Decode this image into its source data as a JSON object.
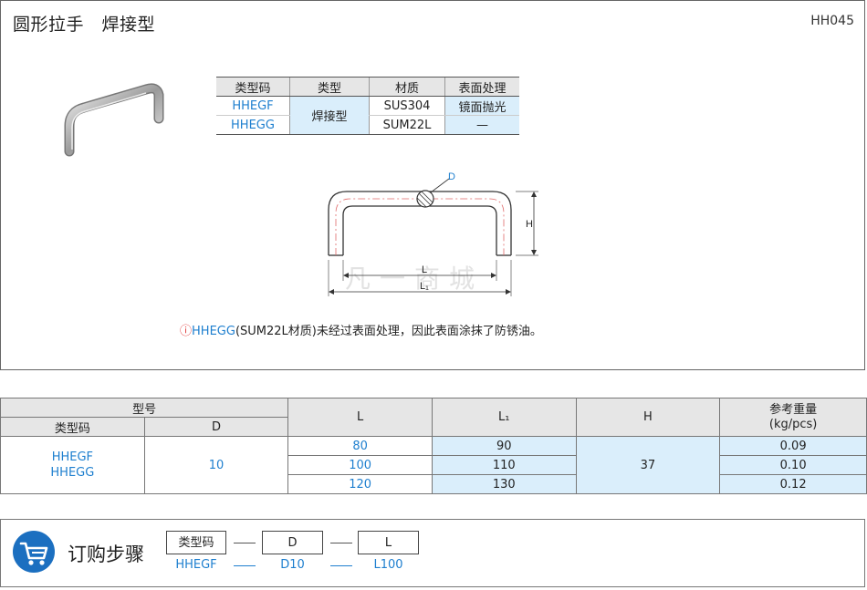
{
  "header": {
    "title": "圆形拉手　焊接型",
    "code": "HH045"
  },
  "material_table": {
    "headers": [
      "类型码",
      "类型",
      "材质",
      "表面处理"
    ],
    "rows": [
      {
        "code": "HHEGF",
        "type": "焊接型",
        "material": "SUS304",
        "finish": "镜面抛光"
      },
      {
        "code": "HHEGG",
        "material": "SUM22L",
        "finish": "—"
      }
    ]
  },
  "drawing": {
    "d": "D",
    "h": "H",
    "l": "L",
    "l1": "L₁"
  },
  "watermark": "凡一商城",
  "note": {
    "icon": "ⓘ",
    "model": "HHEGG",
    "text": "(SUM22L材质)未经过表面处理，因此表面涂抹了防锈油。"
  },
  "spec_table": {
    "group_header": "型号",
    "sub_headers": [
      "类型码",
      "D"
    ],
    "headers": [
      "L",
      "L₁",
      "H",
      "参考重量\n(kg/pcs)"
    ],
    "codes": [
      "HHEGF",
      "HHEGG"
    ],
    "d": "10",
    "h": "37",
    "rows": [
      {
        "L": "80",
        "L1": "90",
        "weight": "0.09"
      },
      {
        "L": "100",
        "L1": "110",
        "weight": "0.10"
      },
      {
        "L": "120",
        "L1": "130",
        "weight": "0.12"
      }
    ]
  },
  "order": {
    "title": "订购步骤",
    "icon": "cart-icon",
    "boxes": [
      "类型码",
      "D",
      "L"
    ],
    "examples": [
      "HHEGF",
      "D10",
      "L100"
    ]
  }
}
